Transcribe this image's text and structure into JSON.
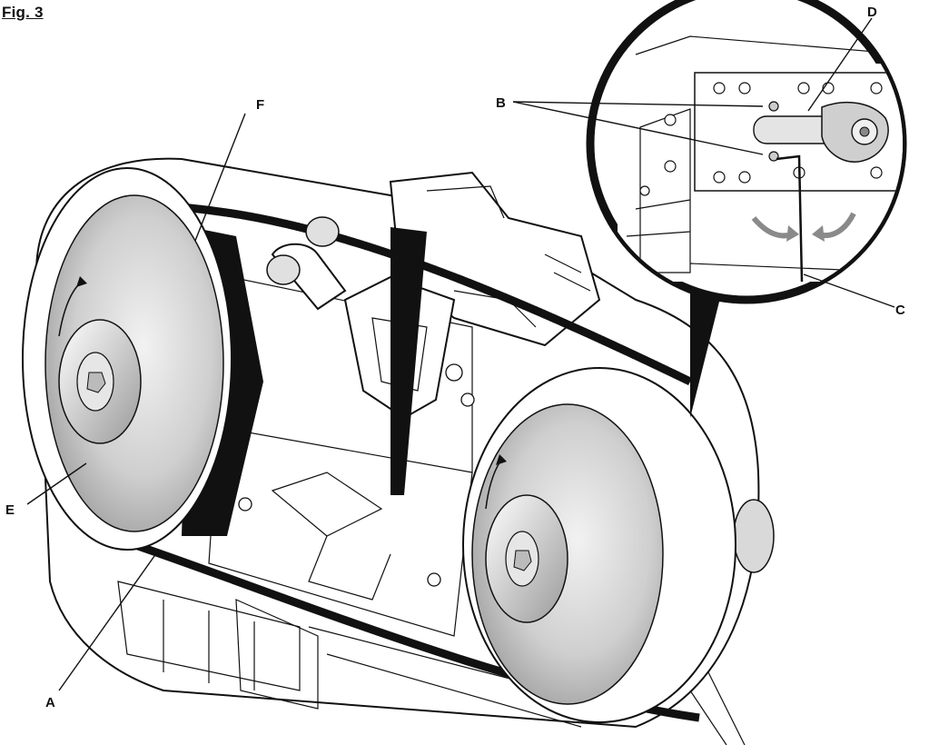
{
  "figure": {
    "title": "Fig. 3"
  },
  "callouts": {
    "a": "A",
    "b": "B",
    "c": "C",
    "d": "D",
    "e": "E",
    "f": "F"
  },
  "colors": {
    "ink": "#111111",
    "wheel_face": "#bdbdbd",
    "arrow_gray": "#8a8a8a"
  }
}
